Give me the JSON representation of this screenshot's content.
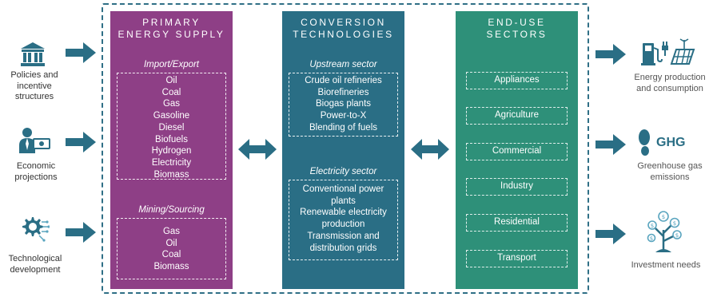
{
  "inputs": [
    {
      "label_lines": [
        "Policies and",
        "incentive",
        "structures"
      ],
      "icon": "institution-icon"
    },
    {
      "label_lines": [
        "Economic",
        "projections"
      ],
      "icon": "economic-icon"
    },
    {
      "label_lines": [
        "Technological",
        "development"
      ],
      "icon": "technology-gear-icon"
    }
  ],
  "primary": {
    "title_lines": [
      "PRIMARY",
      "ENERGY SUPPLY"
    ],
    "group1_title": "Import/Export",
    "group1_items": [
      "Oil",
      "Coal",
      "Gas",
      "Gasoline",
      "Diesel",
      "Biofuels",
      "Hydrogen",
      "Electricity",
      "Biomass"
    ],
    "group2_title": "Mining/Sourcing",
    "group2_items": [
      "Gas",
      "Oil",
      "Coal",
      "Biomass"
    ]
  },
  "conversion": {
    "title_lines": [
      "CONVERSION",
      "TECHNOLOGIES"
    ],
    "group1_title": "Upstream sector",
    "group1_items": [
      "Crude oil refineries",
      "Biorefineries",
      "Biogas plants",
      "Power-to-X",
      "Blending of fuels"
    ],
    "group2_title": "Electricity sector",
    "group2_items": [
      "Conventional power",
      "plants",
      "Renewable electricity",
      "production",
      "Transmission and",
      "distribution grids"
    ]
  },
  "enduse": {
    "title_lines": [
      "END-USE",
      "SECTORS"
    ],
    "sectors": [
      "Appliances",
      "Agriculture",
      "Commercial",
      "Industry",
      "Residential",
      "Transport"
    ]
  },
  "outputs": [
    {
      "label_lines": [
        "Energy production",
        "and consumption"
      ],
      "icon": "energy-production-icon"
    },
    {
      "label_lines": [
        "Greenhouse gas",
        "emissions"
      ],
      "icon": "footprint-icon",
      "badge": "GHG"
    },
    {
      "label_lines": [
        "Investment needs"
      ],
      "icon": "money-tree-icon"
    }
  ],
  "colors": {
    "primary": "#8e3f86",
    "conversion": "#2a6e85",
    "enduse": "#2e9079",
    "arrow": "#2a6e85"
  }
}
